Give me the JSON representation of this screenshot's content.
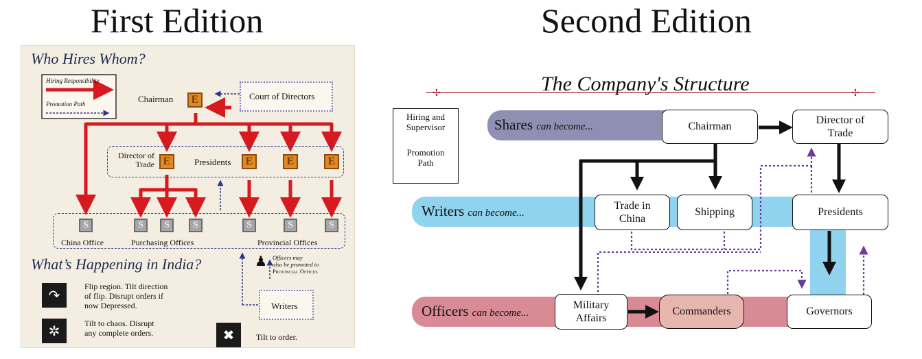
{
  "first_edition": {
    "heading": "First Edition",
    "who_hires_title": "Who Hires Whom?",
    "legend": {
      "hiring": "Hiring Responsibility",
      "promotion": "Promotion Path"
    },
    "chairman_label": "Chairman",
    "court_label": "Court of Directors",
    "director_label_line1": "Director of",
    "director_label_line2": "Trade",
    "presidents_label": "Presidents",
    "e_letter": "E",
    "s_letter": "S",
    "china_office": "China Office",
    "purchasing_offices": "Purchasing Offices",
    "provincial_offices": "Provincial Offices",
    "india_title": "What’s Happening in India?",
    "officers_note_1": "Officers may",
    "officers_note_2": "also be promoted to",
    "officers_note_3": "Provincial Offices",
    "writers_label": "Writers",
    "flip_line1": "Flip region. Tilt direction",
    "flip_line2": "of flip. Disrupt orders if",
    "flip_line3": "now Depressed.",
    "chaos_line1": "Tilt to chaos. Disrupt",
    "chaos_line2": "any complete orders.",
    "order_text": "Tilt to order.",
    "icons": {
      "flip": "curved-arrow-icon",
      "chaos": "gear-icon",
      "order": "cross-icon"
    }
  },
  "second_edition": {
    "heading": "Second Edition",
    "structure_title": "The Company's Structure",
    "legend_hiring_1": "Hiring and",
    "legend_hiring_2": "Supervisor",
    "legend_promo_1": "Promotion",
    "legend_promo_2": "Path",
    "band_shares": "Shares",
    "band_writers": "Writers",
    "band_officers": "Officers",
    "can_become": "can become...",
    "nodes": {
      "chairman": "Chairman",
      "director_1": "Director of",
      "director_2": "Trade",
      "trade_china_1": "Trade in",
      "trade_china_2": "China",
      "shipping": "Shipping",
      "presidents": "Presidents",
      "military_1": "Military",
      "military_2": "Affairs",
      "commanders": "Commanders",
      "governors": "Governors"
    },
    "colors": {
      "shares": "#8e8fb3",
      "writers": "#8fd3ef",
      "officers": "#d98b95",
      "promotion": "#6b3d9a",
      "commanders_fill": "#e7b7af"
    }
  }
}
